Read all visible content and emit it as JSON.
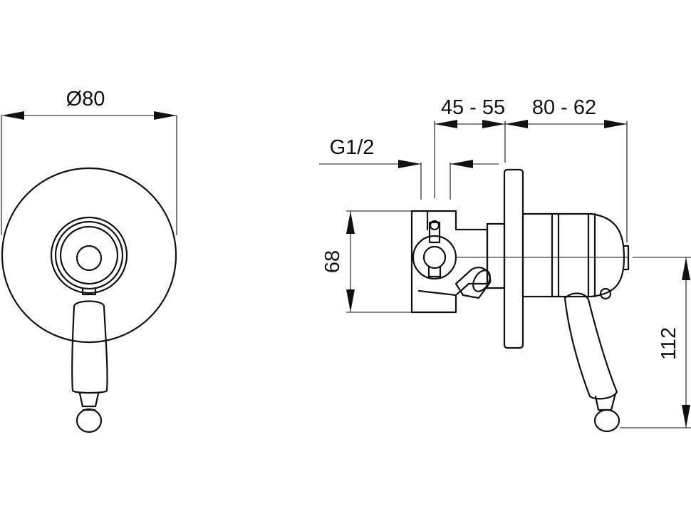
{
  "dimensions": {
    "diameter": "Ø80",
    "thread": "G1/2",
    "depth_range": "45 - 55",
    "projection_range": "80 - 62",
    "body_height": "68",
    "handle_height": "112"
  }
}
